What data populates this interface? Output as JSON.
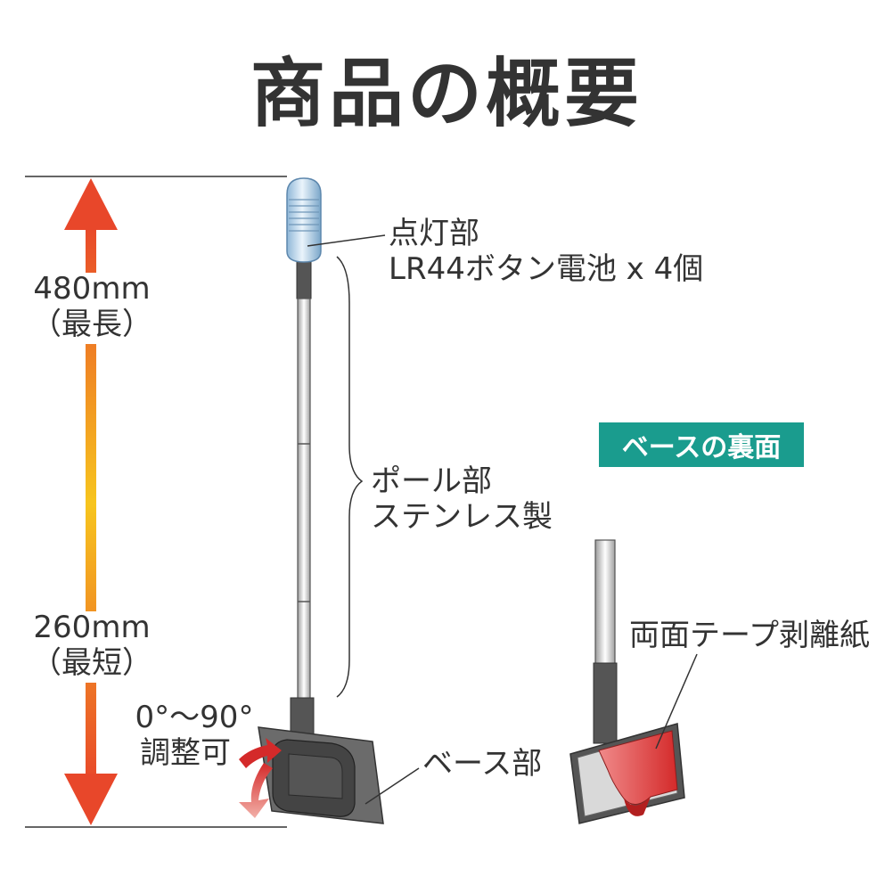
{
  "title": "商品の概要",
  "labels": {
    "light_1": "点灯部",
    "light_2": "LR44ボタン電池 x 4個",
    "pole_1": "ポール部",
    "pole_2": "ステンレス製",
    "base": "ベース部",
    "tape": "両面テープ剥離紙",
    "badge": "ベースの裏面",
    "max_len": "480mm",
    "max_note": "（最長）",
    "min_len": "260mm",
    "min_note": "（最短）",
    "angle": "0°〜90°",
    "angle_note": "調整可"
  },
  "colors": {
    "text": "#333333",
    "badge": "#1a9c8e",
    "arrow_top": "#e8472a",
    "arrow_mid": "#f7c51e",
    "tape_red": "#d42a2a"
  }
}
